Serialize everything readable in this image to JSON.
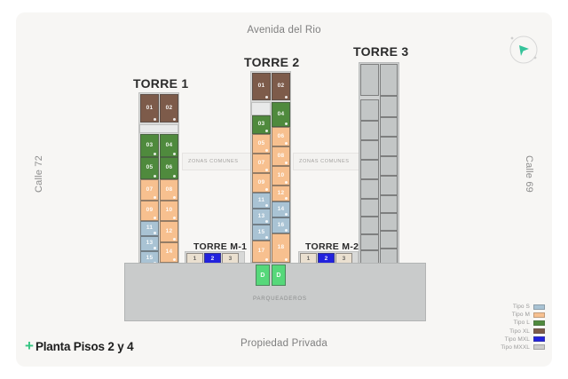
{
  "plan": {
    "caption": "Planta Pisos 2 y 4",
    "caption_marker": "+",
    "accent_color": "#33c481"
  },
  "streets": {
    "top": "Avenida del Rio",
    "bottom": "Propiedad Privada",
    "left": "Calle 72",
    "right": "Calle 69"
  },
  "compass": {
    "name": "compass-rose",
    "needle_color": "#35c39a"
  },
  "areas": {
    "zonas_comunes_left": "ZONAS COMUNES",
    "zonas_comunes_right": "ZONAS COMUNES",
    "parqueaderos": "PARQUEADEROS"
  },
  "colors": {
    "tipo_s": "#a9c3d4",
    "tipo_m": "#f7c08f",
    "tipo_l": "#4f8a3d",
    "tipo_xl": "#7d5b4a",
    "tipo_mxl": "#2222dd",
    "tipo_mxxl": "#cccccc",
    "green_unit": "#56d87a",
    "beige_unit": "#eae0d0",
    "inactive": "#c3c6c6",
    "slab": "#c9cbcb",
    "plinth": "#d8d9d8"
  },
  "legend": {
    "items": [
      {
        "label": "Tipo S",
        "color": "#a9c3d4"
      },
      {
        "label": "Tipo M",
        "color": "#f7c08f"
      },
      {
        "label": "Tipo L",
        "color": "#4f8a3d"
      },
      {
        "label": "Tipo XL",
        "color": "#7d5b4a"
      },
      {
        "label": "Tipo MXL",
        "color": "#2222dd"
      },
      {
        "label": "Tipo MXXL",
        "color": "#cccccc"
      }
    ]
  },
  "towers": [
    {
      "id": "torre-1",
      "title": "TORRE 1",
      "units": [
        {
          "label": "01",
          "type": "tipo_xl"
        },
        {
          "label": "02",
          "type": "tipo_xl"
        },
        {
          "label": "03",
          "type": "tipo_l"
        },
        {
          "label": "04",
          "type": "tipo_l"
        },
        {
          "label": "05",
          "type": "tipo_l"
        },
        {
          "label": "06",
          "type": "tipo_l"
        },
        {
          "label": "07",
          "type": "tipo_m"
        },
        {
          "label": "08",
          "type": "tipo_m"
        },
        {
          "label": "09",
          "type": "tipo_m"
        },
        {
          "label": "10",
          "type": "tipo_m"
        },
        {
          "label": "11",
          "type": "tipo_s"
        },
        {
          "label": "12",
          "type": "tipo_m"
        },
        {
          "label": "13",
          "type": "tipo_s"
        },
        {
          "label": "14",
          "type": "tipo_m"
        },
        {
          "label": "15",
          "type": "tipo_s"
        }
      ]
    },
    {
      "id": "torre-2",
      "title": "TORRE 2",
      "units": [
        {
          "label": "01",
          "type": "tipo_xl"
        },
        {
          "label": "02",
          "type": "tipo_xl"
        },
        {
          "label": "03",
          "type": "tipo_l"
        },
        {
          "label": "04",
          "type": "tipo_l"
        },
        {
          "label": "05",
          "type": "tipo_m"
        },
        {
          "label": "06",
          "type": "tipo_m"
        },
        {
          "label": "07",
          "type": "tipo_m"
        },
        {
          "label": "08",
          "type": "tipo_m"
        },
        {
          "label": "09",
          "type": "tipo_m"
        },
        {
          "label": "10",
          "type": "tipo_m"
        },
        {
          "label": "11",
          "type": "tipo_s"
        },
        {
          "label": "12",
          "type": "tipo_s"
        },
        {
          "label": "13",
          "type": "tipo_s"
        },
        {
          "label": "14",
          "type": "tipo_s"
        },
        {
          "label": "15",
          "type": "tipo_s"
        },
        {
          "label": "16",
          "type": "tipo_s"
        },
        {
          "label": "17",
          "type": "tipo_m"
        },
        {
          "label": "18",
          "type": "tipo_m"
        }
      ]
    },
    {
      "id": "torre-3",
      "title": "TORRE 3",
      "units_inactive_count": 26
    },
    {
      "id": "torre-m-1",
      "title": "TORRE M-1",
      "units": [
        {
          "label": "1",
          "type": "beige_unit"
        },
        {
          "label": "2",
          "type": "tipo_mxl"
        },
        {
          "label": "3",
          "type": "beige_unit"
        }
      ]
    },
    {
      "id": "torre-m-2",
      "title": "TORRE M-2",
      "units": [
        {
          "label": "1",
          "type": "beige_unit"
        },
        {
          "label": "2",
          "type": "tipo_mxl"
        },
        {
          "label": "3",
          "type": "beige_unit"
        }
      ]
    }
  ],
  "parking_units": [
    {
      "label": "D"
    },
    {
      "label": "D"
    }
  ]
}
